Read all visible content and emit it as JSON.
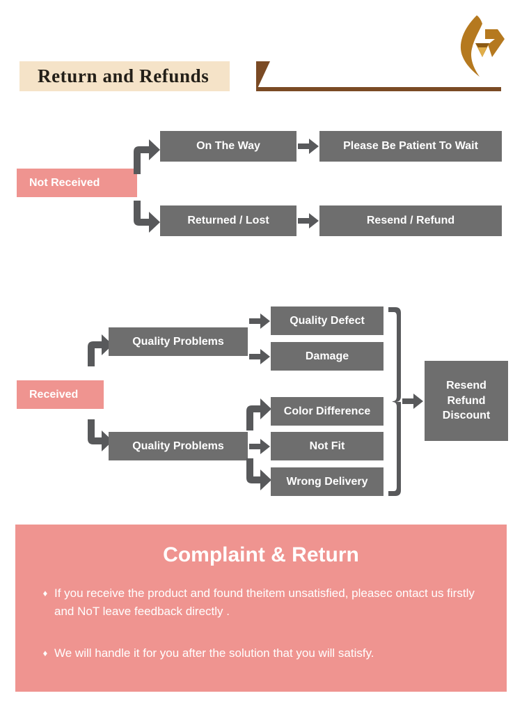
{
  "header": {
    "title": "Return and Refunds",
    "logo_icon": "diamond-flame-logo",
    "banner_color": "#F5E3C8",
    "accent_color": "#7A4A24"
  },
  "colors": {
    "box_gray": "#6E6E6E",
    "pink": "#EF9490",
    "text_white": "#FFFFFF"
  },
  "flow_not_received": {
    "root_label": "Not Received",
    "branches": [
      {
        "stage_label": "On The Way",
        "result_label": "Please Be Patient To Wait"
      },
      {
        "stage_label": "Returned / Lost",
        "result_label": "Resend / Refund"
      }
    ]
  },
  "flow_received": {
    "root_label": "Received",
    "groups": [
      {
        "stage_label": "Quality Problems",
        "reasons": [
          "Quality Defect",
          "Damage"
        ]
      },
      {
        "stage_label": "Quality Problems",
        "reasons": [
          "Color Difference",
          "Not Fit",
          "Wrong Delivery"
        ]
      }
    ],
    "outcome_lines": [
      "Resend",
      "Refund",
      "Discount"
    ]
  },
  "complaint": {
    "title": "Complaint & Return",
    "bullet_mark": "♦",
    "bullets": [
      "If you receive the product and found theitem unsatisfied, pleasec ontact us firstly and NoT leave feedback directly .",
      "We will handle it for you after the solution that you will satisfy."
    ]
  }
}
